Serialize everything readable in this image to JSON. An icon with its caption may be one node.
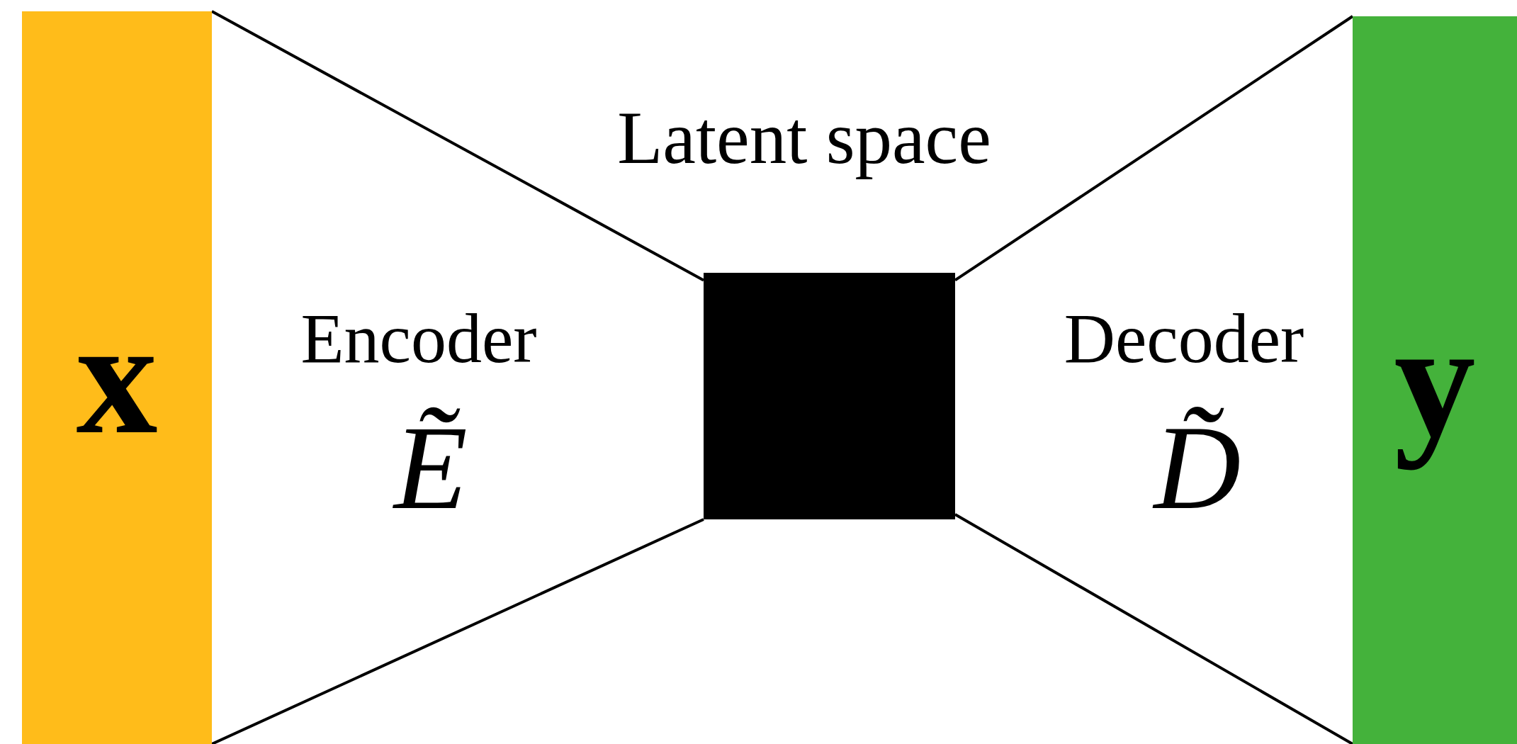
{
  "diagram": {
    "nodes": [
      {
        "text": [
          "x"
        ]
      },
      {
        "text": [],
        "shape": "box"
      },
      {
        "text": [
          "y"
        ]
      }
    ],
    "edges": [
      {
        "from": 0,
        "to": 1,
        "arrow": "none"
      },
      {
        "from": 0,
        "to": 1,
        "arrow": "none"
      },
      {
        "from": 1,
        "to": 2,
        "arrow": "none"
      },
      {
        "from": 1,
        "to": 2,
        "arrow": "none"
      }
    ],
    "labels": [
      "Latent space",
      "Encoder",
      "Ẽ",
      "Decoder",
      "D̃"
    ]
  }
}
